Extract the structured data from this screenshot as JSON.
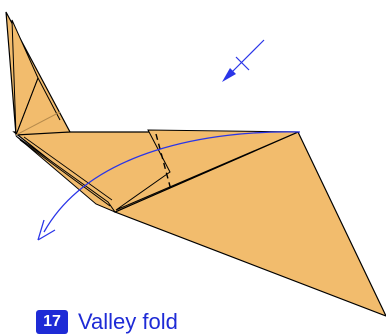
{
  "step": {
    "number": "17",
    "title": "Valley fold"
  },
  "colors": {
    "paper": "#f2bc6d",
    "outline": "#000000",
    "arrow": "#2a35e8",
    "step_accent": "#1e2bd6"
  },
  "arrows": [
    {
      "type": "valley-fold-direction",
      "icon": "arrow-down-left-icon"
    },
    {
      "type": "curved-fold-arrow",
      "icon": "curved-arrow-icon"
    }
  ],
  "fold_lines": [
    {
      "type": "valley",
      "style": "dashed"
    }
  ]
}
